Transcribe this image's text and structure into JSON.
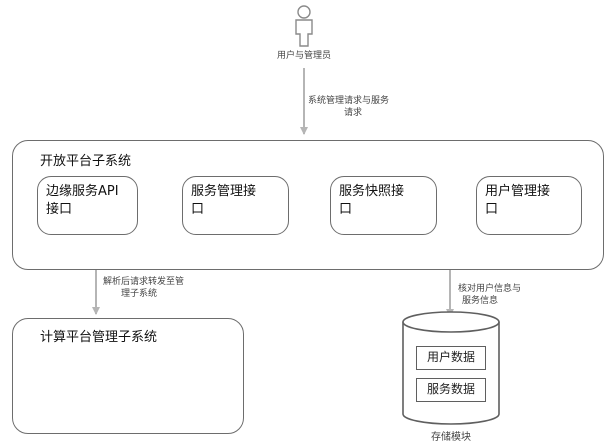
{
  "actor": {
    "label": "用户与管理员"
  },
  "arrow_labels": {
    "top": [
      "系统管理请求与服务",
      "请求"
    ],
    "left": [
      "解析后请求转发至管",
      "理子系统"
    ],
    "right": [
      "核对用户信息与",
      "服务信息"
    ]
  },
  "open_platform": {
    "title": "开放平台子系统",
    "modules": [
      {
        "lines": [
          "边缘服务API",
          "接口"
        ]
      },
      {
        "lines": [
          "服务管理接",
          "口"
        ]
      },
      {
        "lines": [
          "服务快照接",
          "口"
        ]
      },
      {
        "lines": [
          "用户管理接",
          "口"
        ]
      }
    ]
  },
  "compute_platform": {
    "title": "计算平台管理子系统"
  },
  "storage": {
    "label": "存储模块",
    "fields": [
      "用户数据",
      "服务数据"
    ]
  }
}
